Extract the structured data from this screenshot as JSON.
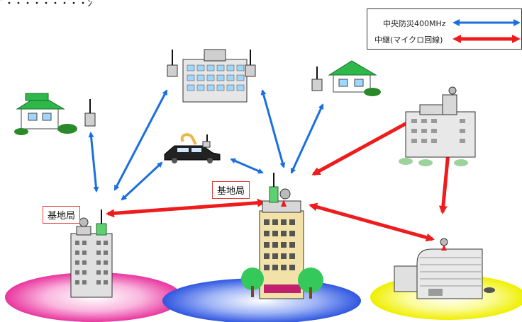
{
  "corner_fragment": "ﾞ・・・・・・・・・ﾝ",
  "legend": {
    "items": [
      {
        "label": "中央防災400MHz",
        "color": "#1a6fe0"
      },
      {
        "label": "中継(マイクロ回線)",
        "color": "#ee1c1c"
      }
    ]
  },
  "labels": {
    "station_left": "基地局",
    "station_center": "基地局"
  },
  "colors": {
    "blue_link": "#1a6fe0",
    "red_link": "#ee1c1c",
    "ellipse_magenta": "#f24fb4",
    "ellipse_blue": "#3a63e8",
    "ellipse_yellow": "#f2f200"
  }
}
